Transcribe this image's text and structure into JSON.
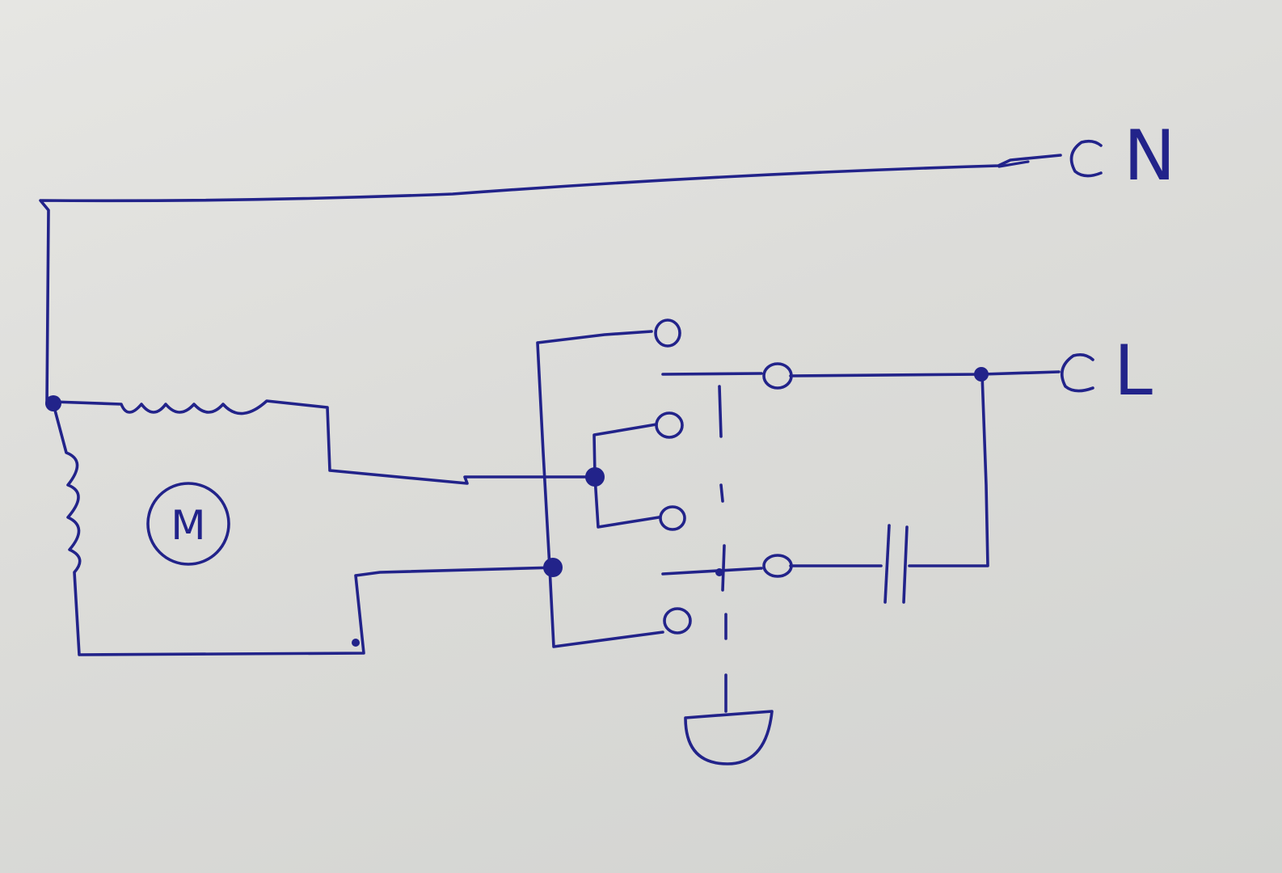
{
  "colors": {
    "paper": "#dcdcd9",
    "ink": "#22238a"
  },
  "labels": {
    "neutral": "N",
    "line": "L",
    "motor": "M"
  }
}
